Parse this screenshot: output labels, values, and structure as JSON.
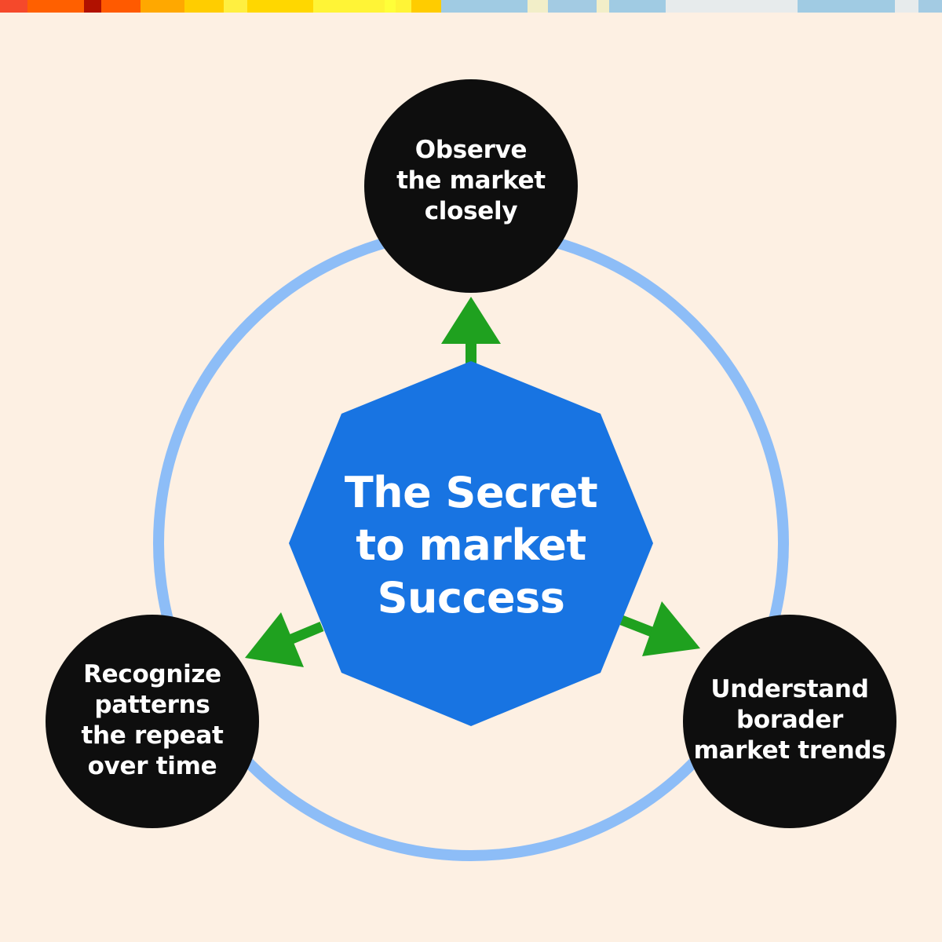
{
  "colors": {
    "background": "#FDF0E3",
    "ring": "#8DBDF7",
    "node_fill": "#0E0E0E",
    "center_fill": "#1874E2",
    "arrow": "#1FA11F",
    "text": "#FFFFFF",
    "top_stripe": [
      "#F5492B",
      "#FF6000",
      "#B11100",
      "#FF5A00",
      "#FFA800",
      "#FFCD00",
      "#FFEF40",
      "#FFD700",
      "#FFF436",
      "#FFFF39",
      "#FFCC00",
      "#A0CBE3",
      "#F2EEC8",
      "#A3CBE3",
      "#E7EBEC",
      "#FFFFFF",
      "#A0CBE3",
      "#E7EBEC",
      "#A3CBE3"
    ]
  },
  "center": {
    "title": "The Secret\nto market\nSuccess"
  },
  "nodes": [
    {
      "id": "top",
      "label": "Observe\nthe market\nclosely"
    },
    {
      "id": "left",
      "label": "Recognize\npatterns\nthe repeat\nover time"
    },
    {
      "id": "right",
      "label": "Understand\nborader\nmarket trends"
    }
  ]
}
